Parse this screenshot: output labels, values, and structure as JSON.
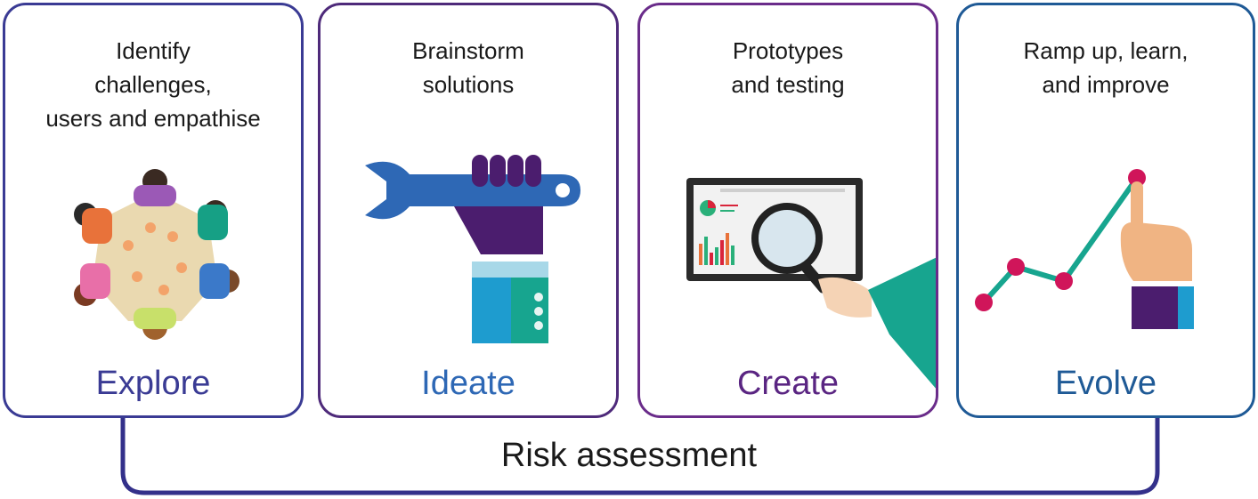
{
  "stages": [
    {
      "description": "Identify\nchallenges,\nusers and empathise",
      "label": "Explore"
    },
    {
      "description": "Brainstorm\nsolutions",
      "label": "Ideate"
    },
    {
      "description": "Prototypes\nand testing",
      "label": "Create"
    },
    {
      "description": "Ramp up, learn,\nand improve",
      "label": "Evolve"
    }
  ],
  "footer": {
    "label": "Risk assessment"
  },
  "colors": {
    "explore": "#3a3b94",
    "ideate": "#2e68b5",
    "create": "#5a2582",
    "evolve": "#1f5a96",
    "bracket": "#33308a"
  }
}
